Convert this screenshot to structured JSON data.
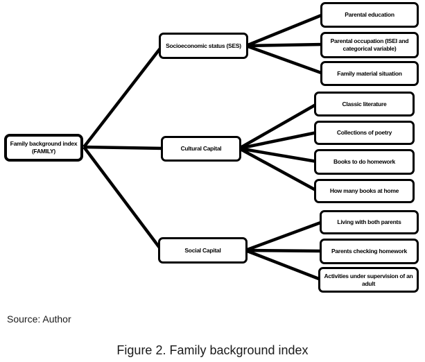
{
  "colors": {
    "background": "#ffffff",
    "line": "#000000",
    "box_border": "#000000",
    "box_fill": "#ffffff",
    "text": "#000000"
  },
  "diagram": {
    "root": {
      "label": "Family background index (FAMILY)"
    },
    "branches": [
      {
        "label": "Socioeconomic status (SES)",
        "children": [
          {
            "label": "Parental education"
          },
          {
            "label": "Parental occupation (ISEI and categorical variable)"
          },
          {
            "label": "Family material situation"
          }
        ]
      },
      {
        "label": "Cultural Capital",
        "children": [
          {
            "label": "Classic literature"
          },
          {
            "label": "Collections of poetry"
          },
          {
            "label": "Books to do homework"
          },
          {
            "label": "How many books at home"
          }
        ]
      },
      {
        "label": "Social Capital",
        "children": [
          {
            "label": "Living with both parents"
          },
          {
            "label": "Parents checking homework"
          },
          {
            "label": "Activities under supervision of an adult"
          }
        ]
      }
    ]
  },
  "source_note": "Source: Author",
  "caption": "Figure 2. Family background index"
}
